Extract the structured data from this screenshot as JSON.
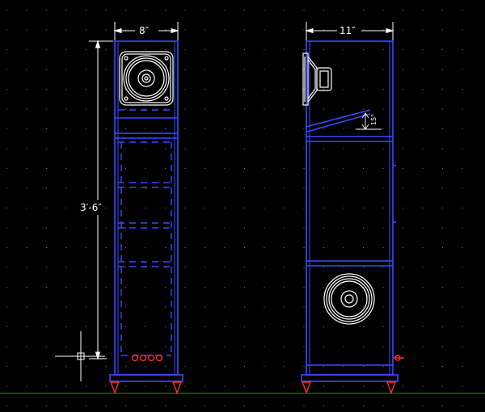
{
  "drawing": {
    "front_view": {
      "width_dim": "8″",
      "height_dim": "3′-6″"
    },
    "side_view": {
      "depth_dim": "11″",
      "angle_dim": "15°"
    }
  },
  "colors": {
    "background": "#000000",
    "cabinet": "#3b4bff",
    "cabinet_inner": "#2f3fd8",
    "dimension": "#ffffff",
    "grid_dot": "#7a7a7a",
    "ground": "#00aa00",
    "terminals": "#ff3030",
    "crosshair": "#ffffff"
  },
  "icons": {
    "cursor": "crosshair-icon",
    "tweeter": "speaker-driver-icon",
    "woofer": "speaker-driver-icon",
    "spike": "triangle-foot-icon"
  }
}
